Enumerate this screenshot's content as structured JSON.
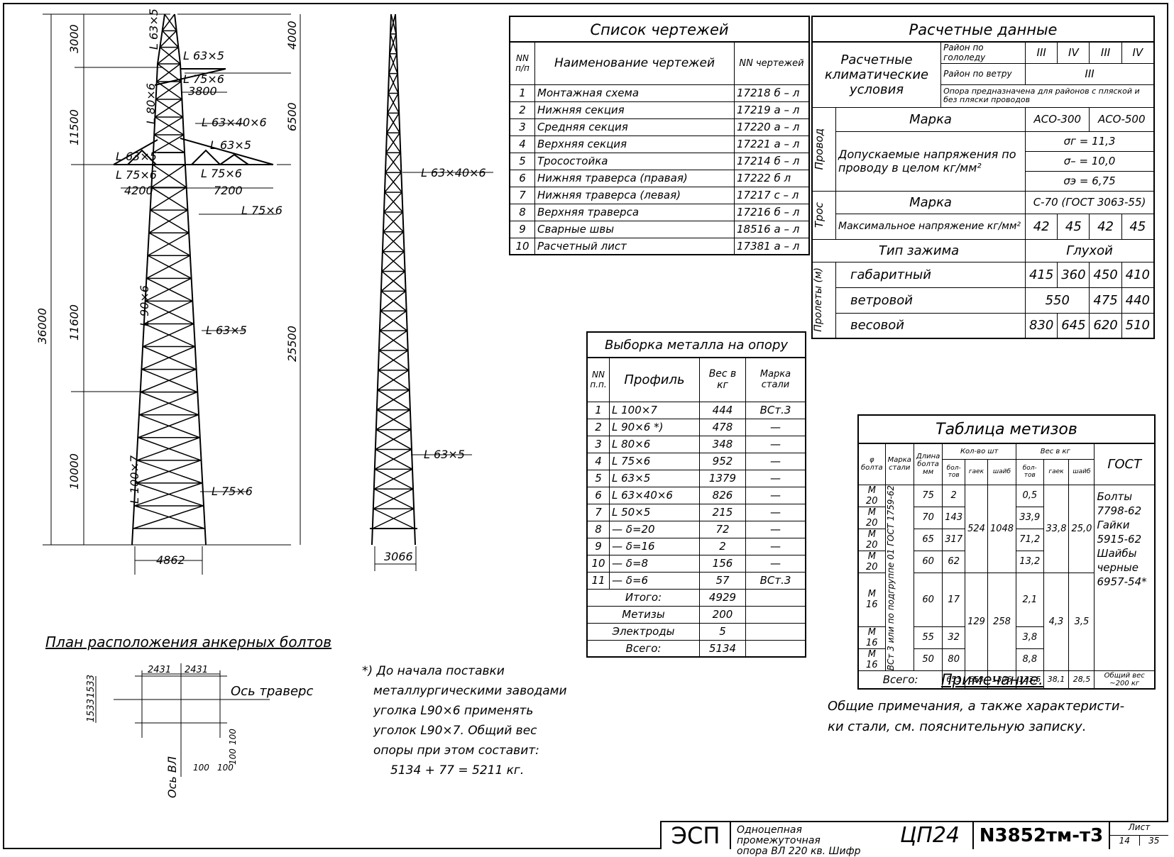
{
  "tower_left": {
    "top_members": [
      "L 63×5",
      "L 63×5",
      "L 75×6"
    ],
    "dim_3800": "3800",
    "L80x6": "L 80×6",
    "L63x40x6": "L 63×40×6",
    "L63x5_a": "L 63×5",
    "L63x5_b": "L 63×5",
    "L75x6_a": "L 75×6",
    "L75x6_b": "L 75×6",
    "dim_4200": "4200",
    "dim_7200": "7200",
    "L75x6_c": "L 75×6",
    "L90x6": "L 90×6",
    "L63x5_c": "L 63×5",
    "L100x7": "L 100×7",
    "L75x6_d": "L 75×6",
    "base_width": "4862",
    "dim_3000": "3000",
    "dim_11500": "11500",
    "dim_11600": "11600",
    "dim_10000": "10000",
    "dim_36000": "36000",
    "dim_4000": "4000",
    "dim_6500": "6500",
    "dim_25500": "25500"
  },
  "tower_right": {
    "L63x40x6": "L 63×40×6",
    "L63x5": "L 63×5",
    "base_width": "3066"
  },
  "anchor_plan": {
    "title": "План расположения анкерных болтов",
    "dim_a": "2431",
    "dim_b": "2431",
    "dim_c": "1533",
    "dim_d": "1533",
    "dim_e": "100",
    "dim_f": "100",
    "dim_g": "100",
    "dim_h": "100",
    "axis_traverse": "Ось траверс",
    "axis_vl": "Ось ВЛ"
  },
  "footnote": {
    "lines": [
      "*) До начала поставки",
      "металлургическими заводами",
      "уголка L90×6 применять",
      "уголок L90×7. Общий вес",
      "опоры при этом составит:",
      "5134 + 77 = 5211 кг."
    ]
  },
  "drawings_list": {
    "title": "Список чертежей",
    "col_num": "NN п/п",
    "col_name": "Наименование чертежей",
    "col_code": "NN чертежей",
    "rows": [
      {
        "n": "1",
        "name": "Монтажная схема",
        "code": "17218 б – л"
      },
      {
        "n": "2",
        "name": "Нижняя секция",
        "code": "17219 а – л"
      },
      {
        "n": "3",
        "name": "Средняя секция",
        "code": "17220 а – л"
      },
      {
        "n": "4",
        "name": "Верхняя секция",
        "code": "17221 а – л"
      },
      {
        "n": "5",
        "name": "Тросостойка",
        "code": "17214 б – л"
      },
      {
        "n": "6",
        "name": "Нижняя траверса (правая)",
        "code": "17222 б л"
      },
      {
        "n": "7",
        "name": "Нижняя траверса (левая)",
        "code": "17217 с – л"
      },
      {
        "n": "8",
        "name": "Верхняя траверса",
        "code": "17216 б – л"
      },
      {
        "n": "9",
        "name": "Сварные швы",
        "code": "18516 а – л"
      },
      {
        "n": "10",
        "name": "Расчетный лист",
        "code": "17381 а – л"
      }
    ]
  },
  "calc_data": {
    "title": "Расчетные данные",
    "climatic": "Расчетные климатические условия",
    "ice_region": "Район по гололеду",
    "ice_vals": [
      "III",
      "IV",
      "III",
      "IV"
    ],
    "wind_region": "Район по ветру",
    "wind_val": "III",
    "dancing_note": "Опора предназначена для районов с пляской и без пляски проводов",
    "wire": "Провод",
    "brand": "Марка",
    "wire_brands": [
      "АСО-300",
      "АСО-500"
    ],
    "allowed_stress": "Допускаемые напряжения по проводу в целом кг/мм²",
    "stress_vals": [
      "σг = 11,3",
      "σ– = 10,0",
      "σэ = 6,75"
    ],
    "cable": "Трос",
    "cable_brand_label": "Марка",
    "cable_brand": "С-70 (ГОСТ 3063-55)",
    "max_stress": "Максимальное напряжение кг/мм²",
    "max_vals": [
      "42",
      "45",
      "42",
      "45"
    ],
    "clamp_label": "Тип зажима",
    "clamp_val": "Глухой",
    "spans": "Пролеты (м)",
    "gabarit": "габаритный",
    "gabarit_vals": [
      "415",
      "360",
      "450",
      "410"
    ],
    "wind_span": "ветровой",
    "wind_span_vals": [
      "550",
      "475",
      "440"
    ],
    "weight_span": "весовой",
    "weight_span_vals": [
      "830",
      "645",
      "620",
      "510"
    ]
  },
  "metal": {
    "title": "Выборка металла на опору",
    "col_num": "NN п.п.",
    "col_profile": "Профиль",
    "col_weight": "Вес в кг",
    "col_steel": "Марка стали",
    "rows": [
      {
        "n": "1",
        "profile": "L 100×7",
        "w": "444",
        "steel": "ВСт.3"
      },
      {
        "n": "2",
        "profile": "L 90×6 *)",
        "w": "478",
        "steel": "—"
      },
      {
        "n": "3",
        "profile": "L 80×6",
        "w": "348",
        "steel": "—"
      },
      {
        "n": "4",
        "profile": "L 75×6",
        "w": "952",
        "steel": "—"
      },
      {
        "n": "5",
        "profile": "L 63×5",
        "w": "1379",
        "steel": "—"
      },
      {
        "n": "6",
        "profile": "L 63×40×6",
        "w": "826",
        "steel": "—"
      },
      {
        "n": "7",
        "profile": "L 50×5",
        "w": "215",
        "steel": "—"
      },
      {
        "n": "8",
        "profile": "— δ=20",
        "w": "72",
        "steel": "—"
      },
      {
        "n": "9",
        "profile": "— δ=16",
        "w": "2",
        "steel": "—"
      },
      {
        "n": "10",
        "profile": "— δ=8",
        "w": "156",
        "steel": "—"
      },
      {
        "n": "11",
        "profile": "— δ=6",
        "w": "57",
        "steel": "ВСт.3"
      }
    ],
    "total_label": "Итого:",
    "total": "4929",
    "hardware_label": "Метизы",
    "hardware": "200",
    "electrodes_label": "Электроды",
    "electrodes": "5",
    "grand_label": "Всего:",
    "grand": "5134"
  },
  "hardware_table": {
    "title": "Таблица метизов",
    "h_dia": "φ болта",
    "h_steel": "Марка стали",
    "h_len": "Длина болта мм",
    "h_qty": "Кол-во шт",
    "h_qty_bolts": "бол-тов",
    "h_qty_nuts": "гаек",
    "h_qty_wash": "шайб",
    "h_w": "Вес в кг",
    "h_w_bolts": "бол-тов",
    "h_w_nuts": "гаек",
    "h_w_wash": "шайб",
    "h_gost": "ГОСТ",
    "steel_note": "ВСт 3 или по подгруппе 01 ГОСТ 1759-62",
    "rows": [
      {
        "d": "М 20",
        "l": "75",
        "q": "2",
        "w": "0,5"
      },
      {
        "d": "М 20",
        "l": "70",
        "q": "143",
        "w": "33,9"
      },
      {
        "d": "М 20",
        "l": "65",
        "q": "317",
        "w": "71,2"
      },
      {
        "d": "М 20",
        "l": "60",
        "q": "62",
        "w": "13,2"
      },
      {
        "d": "М 16",
        "l": "60",
        "q": "17",
        "w": "2,1"
      },
      {
        "d": "М 16",
        "l": "55",
        "q": "32",
        "w": "3,8"
      },
      {
        "d": "М 16",
        "l": "50",
        "q": "80",
        "w": "8,8"
      }
    ],
    "m20_nuts": "524",
    "m20_wash": "1048",
    "m20_wn": "33,8",
    "m20_ww": "25,0",
    "m16_nuts": "129",
    "m16_wash": "258",
    "m16_wn": "4,3",
    "m16_ww": "3,5",
    "gost_lines": [
      "Болты",
      "7798-62",
      "Гайки",
      "5915-62",
      "Шайбы",
      "черные",
      "6957-54*"
    ],
    "total_label": "Всего:",
    "totals": [
      "653",
      "653",
      "1306",
      "133,5",
      "38,1",
      "28,5"
    ],
    "total_weight": "Общий вес ~200 кг"
  },
  "remark": {
    "title": "Примечание.",
    "text1": "Общие примечания, а также характеристи-",
    "text2": "ки стали, см. пояснительную записку."
  },
  "stamp": {
    "org": "ЭСП",
    "desc1": "Одноцепная промежуточная",
    "desc2": "опора ВЛ 220 кв.   Шифр",
    "code": "ЦП24",
    "number": "N3852тм-т3",
    "sheet_label": "Лист",
    "sheet": "14",
    "sheets": "35"
  }
}
